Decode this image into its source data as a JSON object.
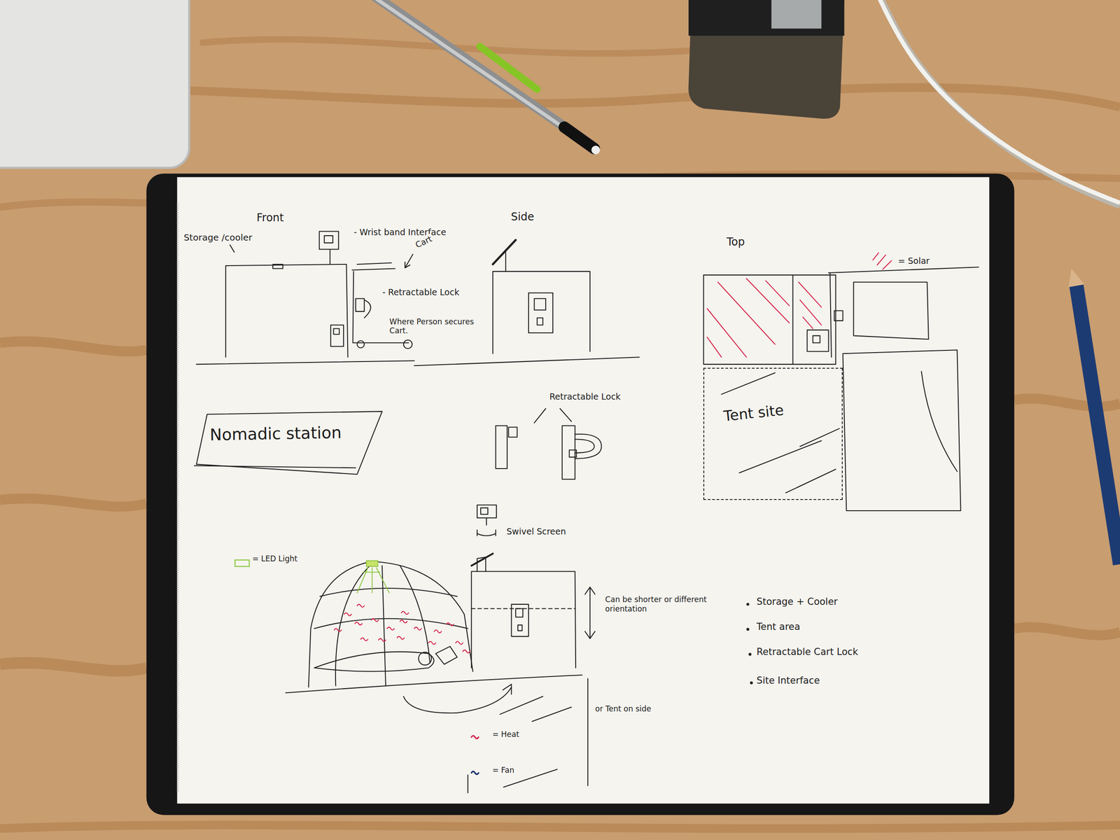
{
  "diagram": {
    "title": "Nomadic station",
    "nodes": [
      {
        "text": [
          "Tent site"
        ]
      }
    ],
    "labels": [
      "Front",
      "Side",
      "Top",
      "Storage /cooler",
      "- Wrist band Interface",
      "Cart",
      "- Retractable Lock",
      "Where Person secures Cart.",
      "Retractable Lock",
      "Swivel Screen",
      "Can be shorter or different orientation",
      "or Tent on side",
      "Storage + Cooler",
      "Tent area",
      "Retractable Cart Lock",
      "Site Interface"
    ],
    "legend": [
      {
        "text": "= Solar"
      },
      {
        "text": "= LED Light"
      },
      {
        "text": "= Heat"
      },
      {
        "text": "= Fan"
      }
    ]
  }
}
